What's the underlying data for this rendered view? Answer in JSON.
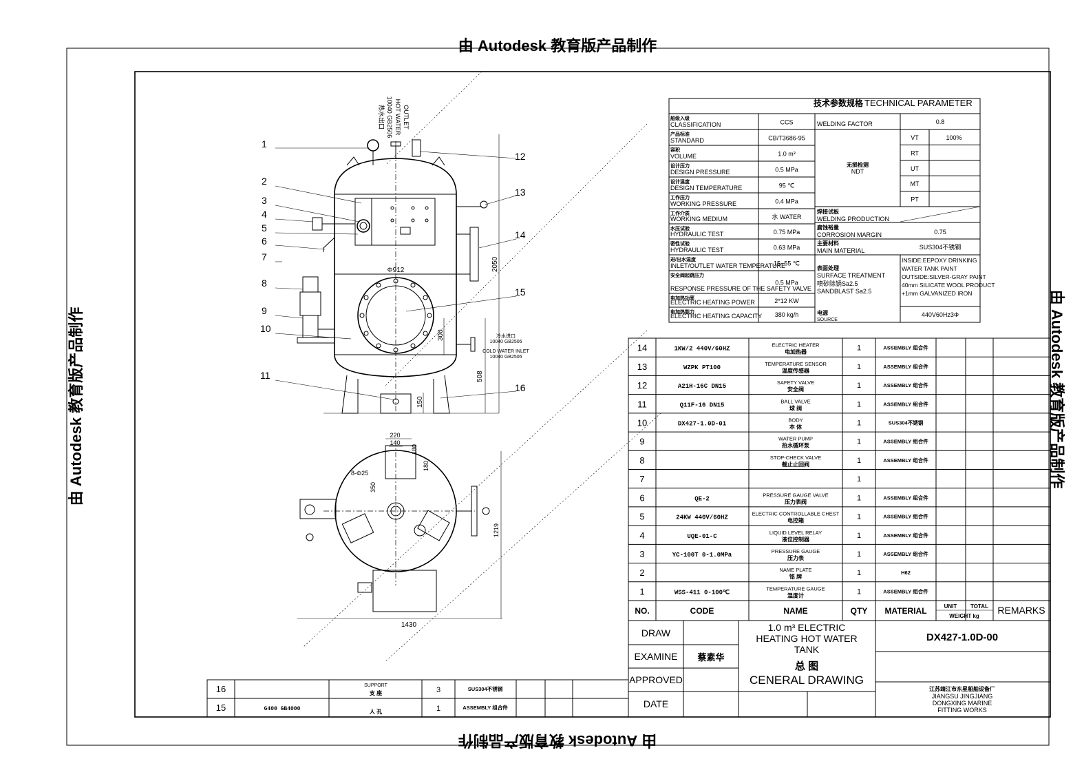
{
  "watermark": "由 Autodesk 教育版产品制作",
  "tech_params": {
    "title_cn": "技术参数规格",
    "title_en": "TECHNICAL PARAMETER",
    "rows": [
      {
        "label_cn": "船级入级",
        "label_en": "CLASSIFICATION",
        "value": "CCS"
      },
      {
        "label_cn": "产品标准",
        "label_en": "STANDARD",
        "value": "CB/T3686-95"
      },
      {
        "label_cn": "容积",
        "label_en": "VOLUME",
        "value": "1.0  m³"
      },
      {
        "label_cn": "设计压力",
        "label_en": "DESIGN  PRESSURE",
        "value": "0.5  MPa"
      },
      {
        "label_cn": "设计温度",
        "label_en": "DESIGN  TEMPERATURE",
        "value": "95 ℃"
      },
      {
        "label_cn": "工作压力",
        "label_en": "WORKING PRESSURE",
        "value": "0.4 MPa"
      },
      {
        "label_cn": "工作介质",
        "label_en": "WORKING MEDIUM",
        "value": "水  WATER"
      },
      {
        "label_cn": "水压试验",
        "label_en": "HYDRAULIC TEST",
        "value": "0.75   MPa"
      },
      {
        "label_cn": "密性试验",
        "label_en": "HYDRAULIC TEST",
        "value": "0.63   MPa"
      },
      {
        "label_cn": "进/出水温度",
        "label_en": "INLET/OUTLET WATER TEMPERATURE",
        "value": "15~55 ℃"
      },
      {
        "label_cn": "安全阀起跳压力",
        "label_en": "RESPONSE PRESSURE OF THE SAFETY VALVE",
        "value": "0.5   MPa"
      },
      {
        "label_cn": "电加热功率",
        "label_en": "ELECTRIC HEATING POWER",
        "value": "2*12   KW"
      },
      {
        "label_cn": "电加热能力",
        "label_en": "ELECTRIC HEATING CAPACITY",
        "value": "380   kg/h"
      }
    ],
    "welding_factor_label": "WELDING FACTOR",
    "welding_factor_value": "0.8",
    "ndt_cn": "无损检测",
    "ndt_en": "NDT",
    "ndt_items": [
      {
        "code": "VT",
        "value": "100%"
      },
      {
        "code": "RT",
        "value": ""
      },
      {
        "code": "UT",
        "value": ""
      },
      {
        "code": "MT",
        "value": ""
      },
      {
        "code": "PT",
        "value": ""
      }
    ],
    "welding_production_cn": "焊接试板",
    "welding_production_en": "WELDING PRODUCTION",
    "corrosion_cn": "腐蚀裕量",
    "corrosion_en": "CORROSION  MARGIN",
    "corrosion_value": "0.75",
    "main_material_cn": "主要材料",
    "main_material_en": "MAIN  MATERIAL",
    "main_material_value": "SUS304不锈钢",
    "surface_cn": "表面处理",
    "surface_en": "SURFACE  TREATMENT",
    "sandblast_cn": "喷砂除锈Sa2.5",
    "sandblast_en": "SANDBLAST  Sa2.5",
    "paint_lines": [
      "INSIDE:EEPOXY DRINKING",
      "WATER TANK PAINT",
      "OUTSIDE:SILVER-GRAY PAINT",
      "40mm SILICATE WOOL PRODUCT",
      "+1mm GALVANIZED IRON"
    ],
    "power_cn": "电源",
    "power_en": "SOURCE",
    "power_value": "440V60Hz3Φ"
  },
  "bom": {
    "headers": {
      "no": "NO.",
      "code": "CODE",
      "name": "NAME",
      "qty": "QTY",
      "material": "MATERIAL",
      "unit": "UNIT",
      "total": "TOTAL",
      "weight": "WEIGHT  kg",
      "remarks": "REMARKS"
    },
    "rows": [
      {
        "no": "14",
        "code": "1KW/2 440V/60HZ",
        "name_en": "ELECTRIC HEATER",
        "name_cn": "电加热器",
        "qty": "1",
        "material": "ASSEMBLY 组合件"
      },
      {
        "no": "13",
        "code": "WZPK PT100",
        "name_en": "TEMPERATURE SENSOR",
        "name_cn": "温度传感器",
        "qty": "1",
        "material": "ASSEMBLY 组合件"
      },
      {
        "no": "12",
        "code": "A21H-16C DN15",
        "name_en": "SAFETY VALVE",
        "name_cn": "安全阀",
        "qty": "1",
        "material": "ASSEMBLY 组合件"
      },
      {
        "no": "11",
        "code": "Q11F-16 DN15",
        "name_en": "BALL VALVE",
        "name_cn": "球  阀",
        "qty": "1",
        "material": "ASSEMBLY 组合件"
      },
      {
        "no": "10",
        "code": "DX427-1.0D-01",
        "name_en": "BODY",
        "name_cn": "本  体",
        "qty": "1",
        "material": "SUS304不锈钢"
      },
      {
        "no": "9",
        "code": "",
        "name_en": "WATER PUMP",
        "name_cn": "热水循环泵",
        "qty": "1",
        "material": "ASSEMBLY 组合件"
      },
      {
        "no": "8",
        "code": "",
        "name_en": "STOP-CHECK VALVE",
        "name_cn": "截止止回阀",
        "qty": "1",
        "material": "ASSEMBLY 组合件"
      },
      {
        "no": "7",
        "code": "",
        "name_en": "",
        "name_cn": "",
        "qty": "1",
        "material": ""
      },
      {
        "no": "6",
        "code": "QE-2",
        "name_en": "PRESSURE GAUGE VALVE",
        "name_cn": "压力表阀",
        "qty": "1",
        "material": "ASSEMBLY 组合件"
      },
      {
        "no": "5",
        "code": "24KW 440V/60HZ",
        "name_en": "ELECTRIC CONTROLLABLE CHEST",
        "name_cn": "电控箱",
        "qty": "1",
        "material": "ASSEMBLY 组合件"
      },
      {
        "no": "4",
        "code": "UQE-01-C",
        "name_en": "LIQUID LEVEL RELAY",
        "name_cn": "液位控制器",
        "qty": "1",
        "material": "ASSEMBLY 组合件"
      },
      {
        "no": "3",
        "code": "YC-100T 0-1.0MPa",
        "name_en": "PRESSURE GAUGE",
        "name_cn": "压力表",
        "qty": "1",
        "material": "ASSEMBLY 组合件"
      },
      {
        "no": "2",
        "code": "",
        "name_en": "NAME PLATE",
        "name_cn": "铭  牌",
        "qty": "1",
        "material": "H62"
      },
      {
        "no": "1",
        "code": "WSS-411 0-100℃",
        "name_en": "TEMPERATURE GAUGE",
        "name_cn": "温度计",
        "qty": "1",
        "material": "ASSEMBLY 组合件"
      }
    ],
    "lower_rows": [
      {
        "no": "16",
        "code": "",
        "name_en": "SUPPORT",
        "name_cn": "支  座",
        "qty": "3",
        "material": "SUS304不锈钢"
      },
      {
        "no": "15",
        "code": "G400 GB4000",
        "name_en": "",
        "name_cn": "人  孔",
        "qty": "1",
        "material": "ASSEMBLY 组合件"
      }
    ]
  },
  "title_block": {
    "draw": "DRAW",
    "examine": "EXAMINE",
    "examine_name": "蔡素华",
    "approved": "APPROVED",
    "date": "DATE",
    "product_line1": "1.0 m³ ELECTRIC",
    "product_line2": "HEATING HOT WATER",
    "product_line3": "TANK",
    "drawing_cn": "总     图",
    "drawing_en": "CENERAL  DRAWING",
    "drawing_no": "DX427-1.0D-00",
    "company_cn": "江苏靖江市东星船舶设备厂",
    "company_en1": "JIANGSU  JINGJIANG",
    "company_en2": "DONGXING  MARINE",
    "company_en3": "FITTING  WORKS"
  },
  "drawing": {
    "part_labels": [
      "1",
      "2",
      "3",
      "4",
      "5",
      "6",
      "7",
      "8",
      "9",
      "10",
      "11",
      "12",
      "13",
      "14",
      "15",
      "16"
    ],
    "outlet_label": [
      "热水出口",
      "10040 GB2506",
      "HOT WATER",
      "OUTLET"
    ],
    "inlet_label": [
      "冷水进口",
      "10040 GB2506",
      "COLD WATER INLET",
      "10040 GB2506"
    ],
    "dims": {
      "diameter": "Φ912",
      "height": "2050",
      "d300": "300",
      "d508": "508",
      "d150": "150",
      "d220": "220",
      "d140": "140",
      "d180a": "180",
      "d180b": "180",
      "d350": "350",
      "holes": "8-Φ25",
      "d1219": "1219",
      "d1430": "1430"
    }
  }
}
